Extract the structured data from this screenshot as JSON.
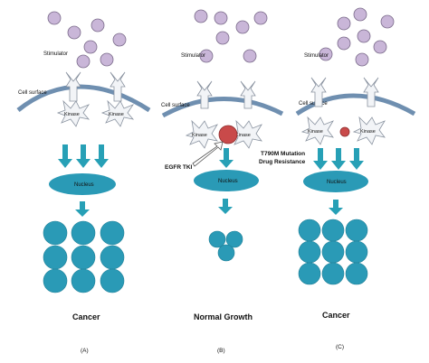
{
  "panels": [
    {
      "id": "A",
      "stimulator_label": "Stimulator",
      "cell_surface_label": "Cell surface",
      "kinase_labels": [
        "Kinase",
        "Kinase"
      ],
      "nucleus_label": "Nucleus",
      "outcome_label": "Cancer",
      "panel_label": "(A)"
    },
    {
      "id": "B",
      "stimulator_label": "Stimulator",
      "cell_surface_label": "Cell surface",
      "kinase_labels": [
        "Kinase",
        "Kinase"
      ],
      "nucleus_label": "Nucleus",
      "inhibitor_label": "EGFR TKI",
      "outcome_label": "Normal Growth",
      "panel_label": "(B)"
    },
    {
      "id": "C",
      "stimulator_label": "Stimulator",
      "cell_surface_label": "Cell surface",
      "kinase_labels": [
        "Kinase",
        "Kinase"
      ],
      "nucleus_label": "Nucleus",
      "mutation_label_line1": "T790M Mutation",
      "mutation_label_line2": "Drug Resistance",
      "outcome_label": "Cancer",
      "panel_label": "(C)"
    }
  ],
  "colors": {
    "stimulator": "#c9b6d8",
    "stimulator_stroke": "#7a6a8a",
    "membrane": "#6f8fb0",
    "receptor": "#f2f4f7",
    "receptor_stroke": "#8a93a0",
    "signal_arrow": "#27a0b6",
    "nucleus": "#2a9ab6",
    "cell": "#2a9ab6",
    "drug": "#c94a4a",
    "tki_arrow": "#ffffff"
  }
}
